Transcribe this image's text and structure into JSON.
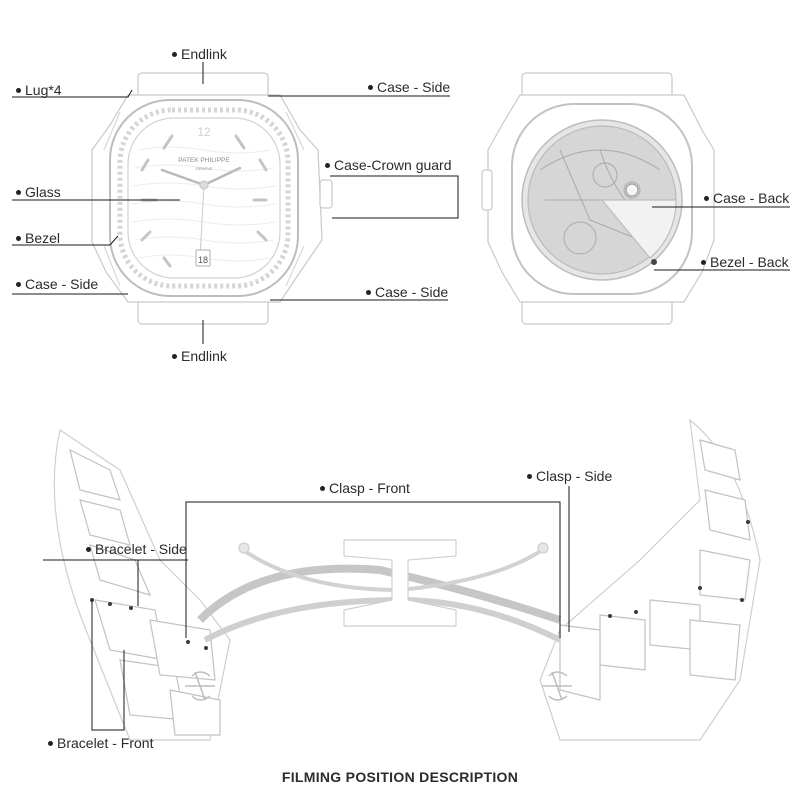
{
  "labels": {
    "endlink_top": "Endlink",
    "lug": "Lug*4",
    "case_side_top_right": "Case - Side",
    "case_crown_guard": "Case-Crown guard",
    "glass": "Glass",
    "bezel": "Bezel",
    "case_side_left": "Case - Side",
    "case_side_bottom_right": "Case - Side",
    "endlink_bottom": "Endlink",
    "case_back": "Case - Back",
    "bezel_back": "Bezel - Back",
    "clasp_front": "Clasp - Front",
    "clasp_side": "Clasp - Side",
    "bracelet_side": "Bracelet - Side",
    "bracelet_front": "Bracelet - Front"
  },
  "dial": {
    "brand": "PATEK PHILIPPE",
    "city": "GENEVE",
    "numeral": "12",
    "date": "18"
  },
  "caption": "FILMING POSITION DESCRIPTION"
}
